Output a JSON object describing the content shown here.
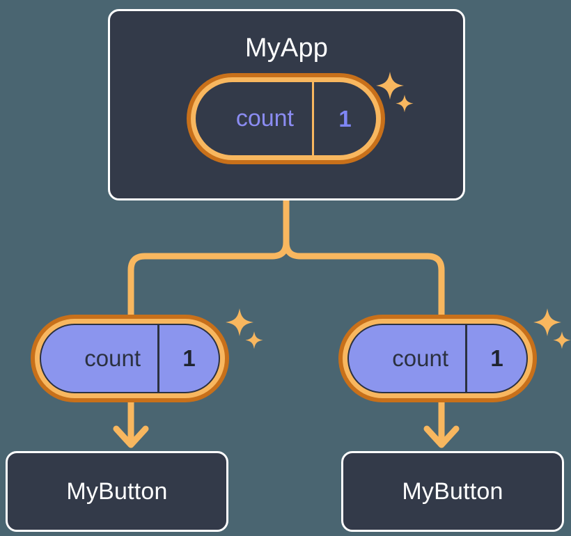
{
  "theme": {
    "background": "#4a6571",
    "card_fill": "#333a49",
    "card_border": "#ffffff",
    "wire": "#f8b75f",
    "pill_outer_ring": "#c8701a",
    "pill_inner_ring": "#f8b75f",
    "pill_light_fill": "#8b95ee",
    "accent_purple": "#8b8cf2",
    "text_light": "#ffffff",
    "text_dark": "#2b3140"
  },
  "diagram": {
    "type": "component-tree",
    "root": {
      "label": "MyApp",
      "state": {
        "key": "count",
        "value": "1",
        "variant": "dark",
        "sparkle": true
      }
    },
    "children": [
      {
        "state": {
          "key": "count",
          "value": "1",
          "variant": "light",
          "sparkle": true
        },
        "label": "MyButton"
      },
      {
        "state": {
          "key": "count",
          "value": "1",
          "variant": "light",
          "sparkle": true
        },
        "label": "MyButton"
      }
    ],
    "icons": {
      "sparkle_large": "sparkle-icon",
      "sparkle_small": "sparkle-icon",
      "arrow": "arrow-down-icon"
    }
  }
}
